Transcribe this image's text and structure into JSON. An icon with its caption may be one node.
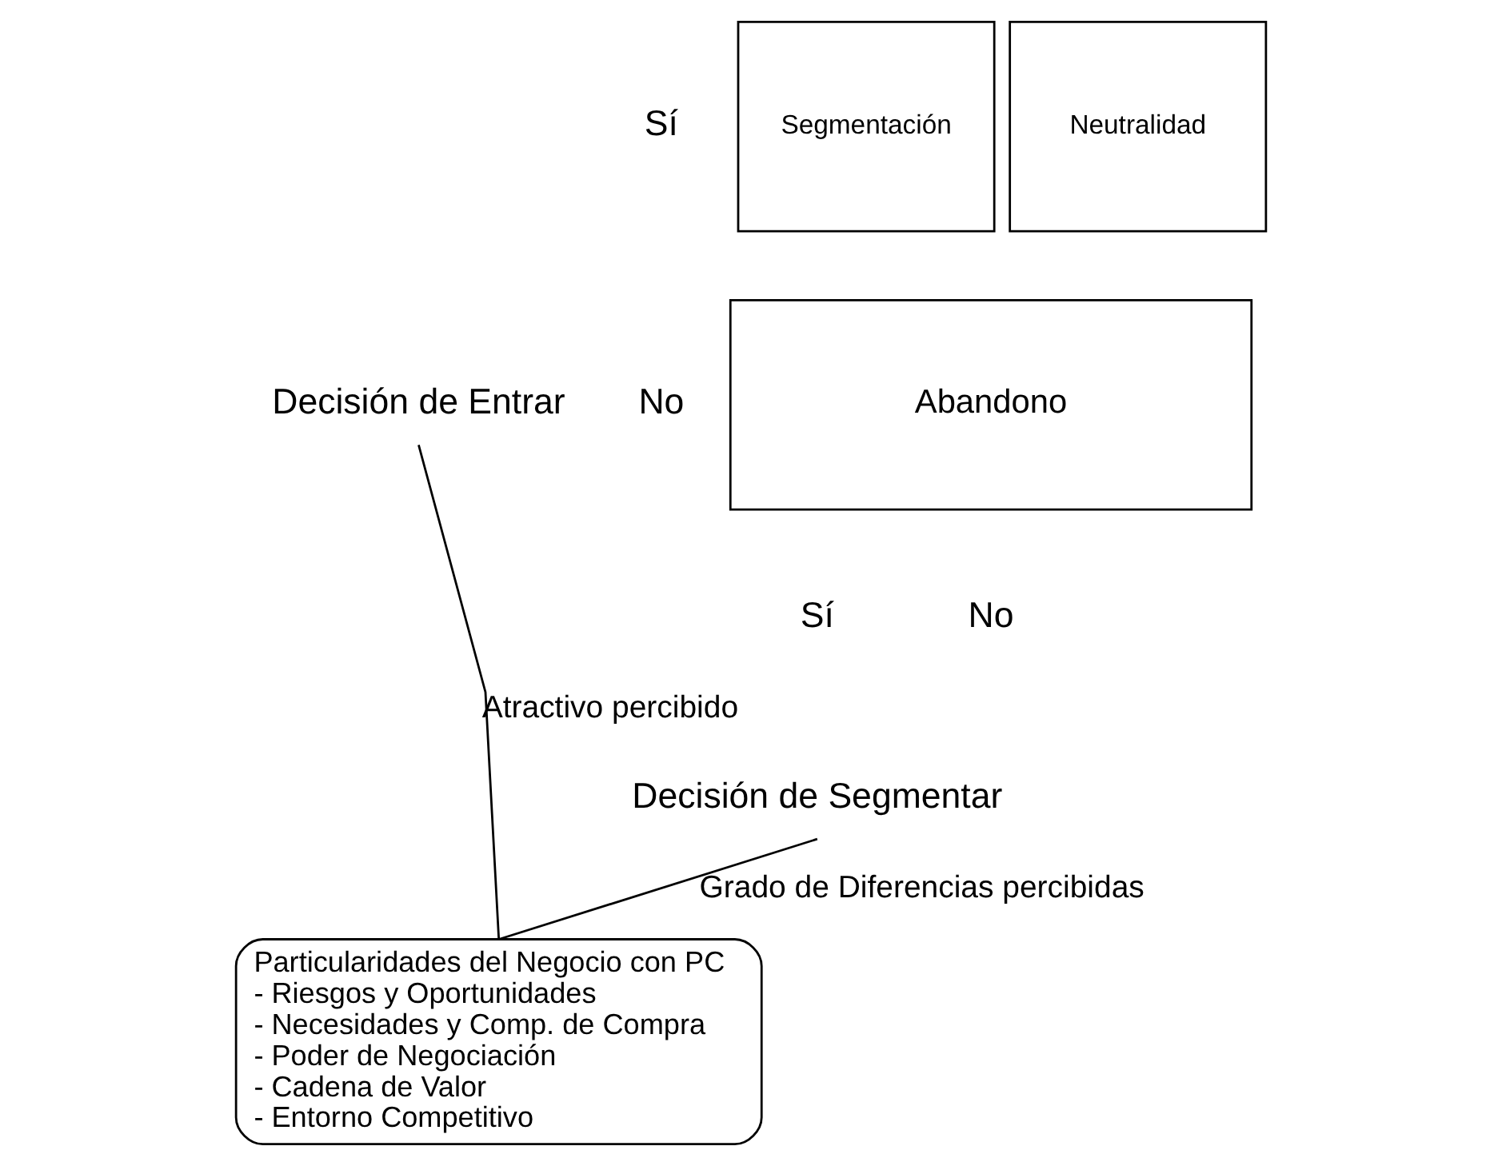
{
  "diagram": {
    "nodes": [
      {
        "text": [
          "Decisión de Entrar"
        ]
      },
      {
        "text": [
          "Decisión de Segmentar"
        ]
      },
      {
        "text": [
          "Particularidades del Negocio con PC",
          "- Riesgos y Oportunidades",
          "- Necesidades y Comp. de Compra",
          "- Poder de Negociación",
          "- Cadena de Valor",
          "- Entorno Competitivo"
        ]
      },
      {
        "text": [
          "Segmentación"
        ]
      },
      {
        "text": [
          "Neutralidad"
        ]
      },
      {
        "text": [
          "Abandono"
        ]
      }
    ],
    "edges": [
      {
        "from": 0,
        "to": 2,
        "arrow": "none",
        "label": "Atractivo percibido"
      },
      {
        "from": 1,
        "to": 2,
        "arrow": "none",
        "label": "Grado de Diferencias percibidas"
      }
    ],
    "labels": [
      "Sí",
      "No",
      "Sí",
      "No"
    ]
  }
}
